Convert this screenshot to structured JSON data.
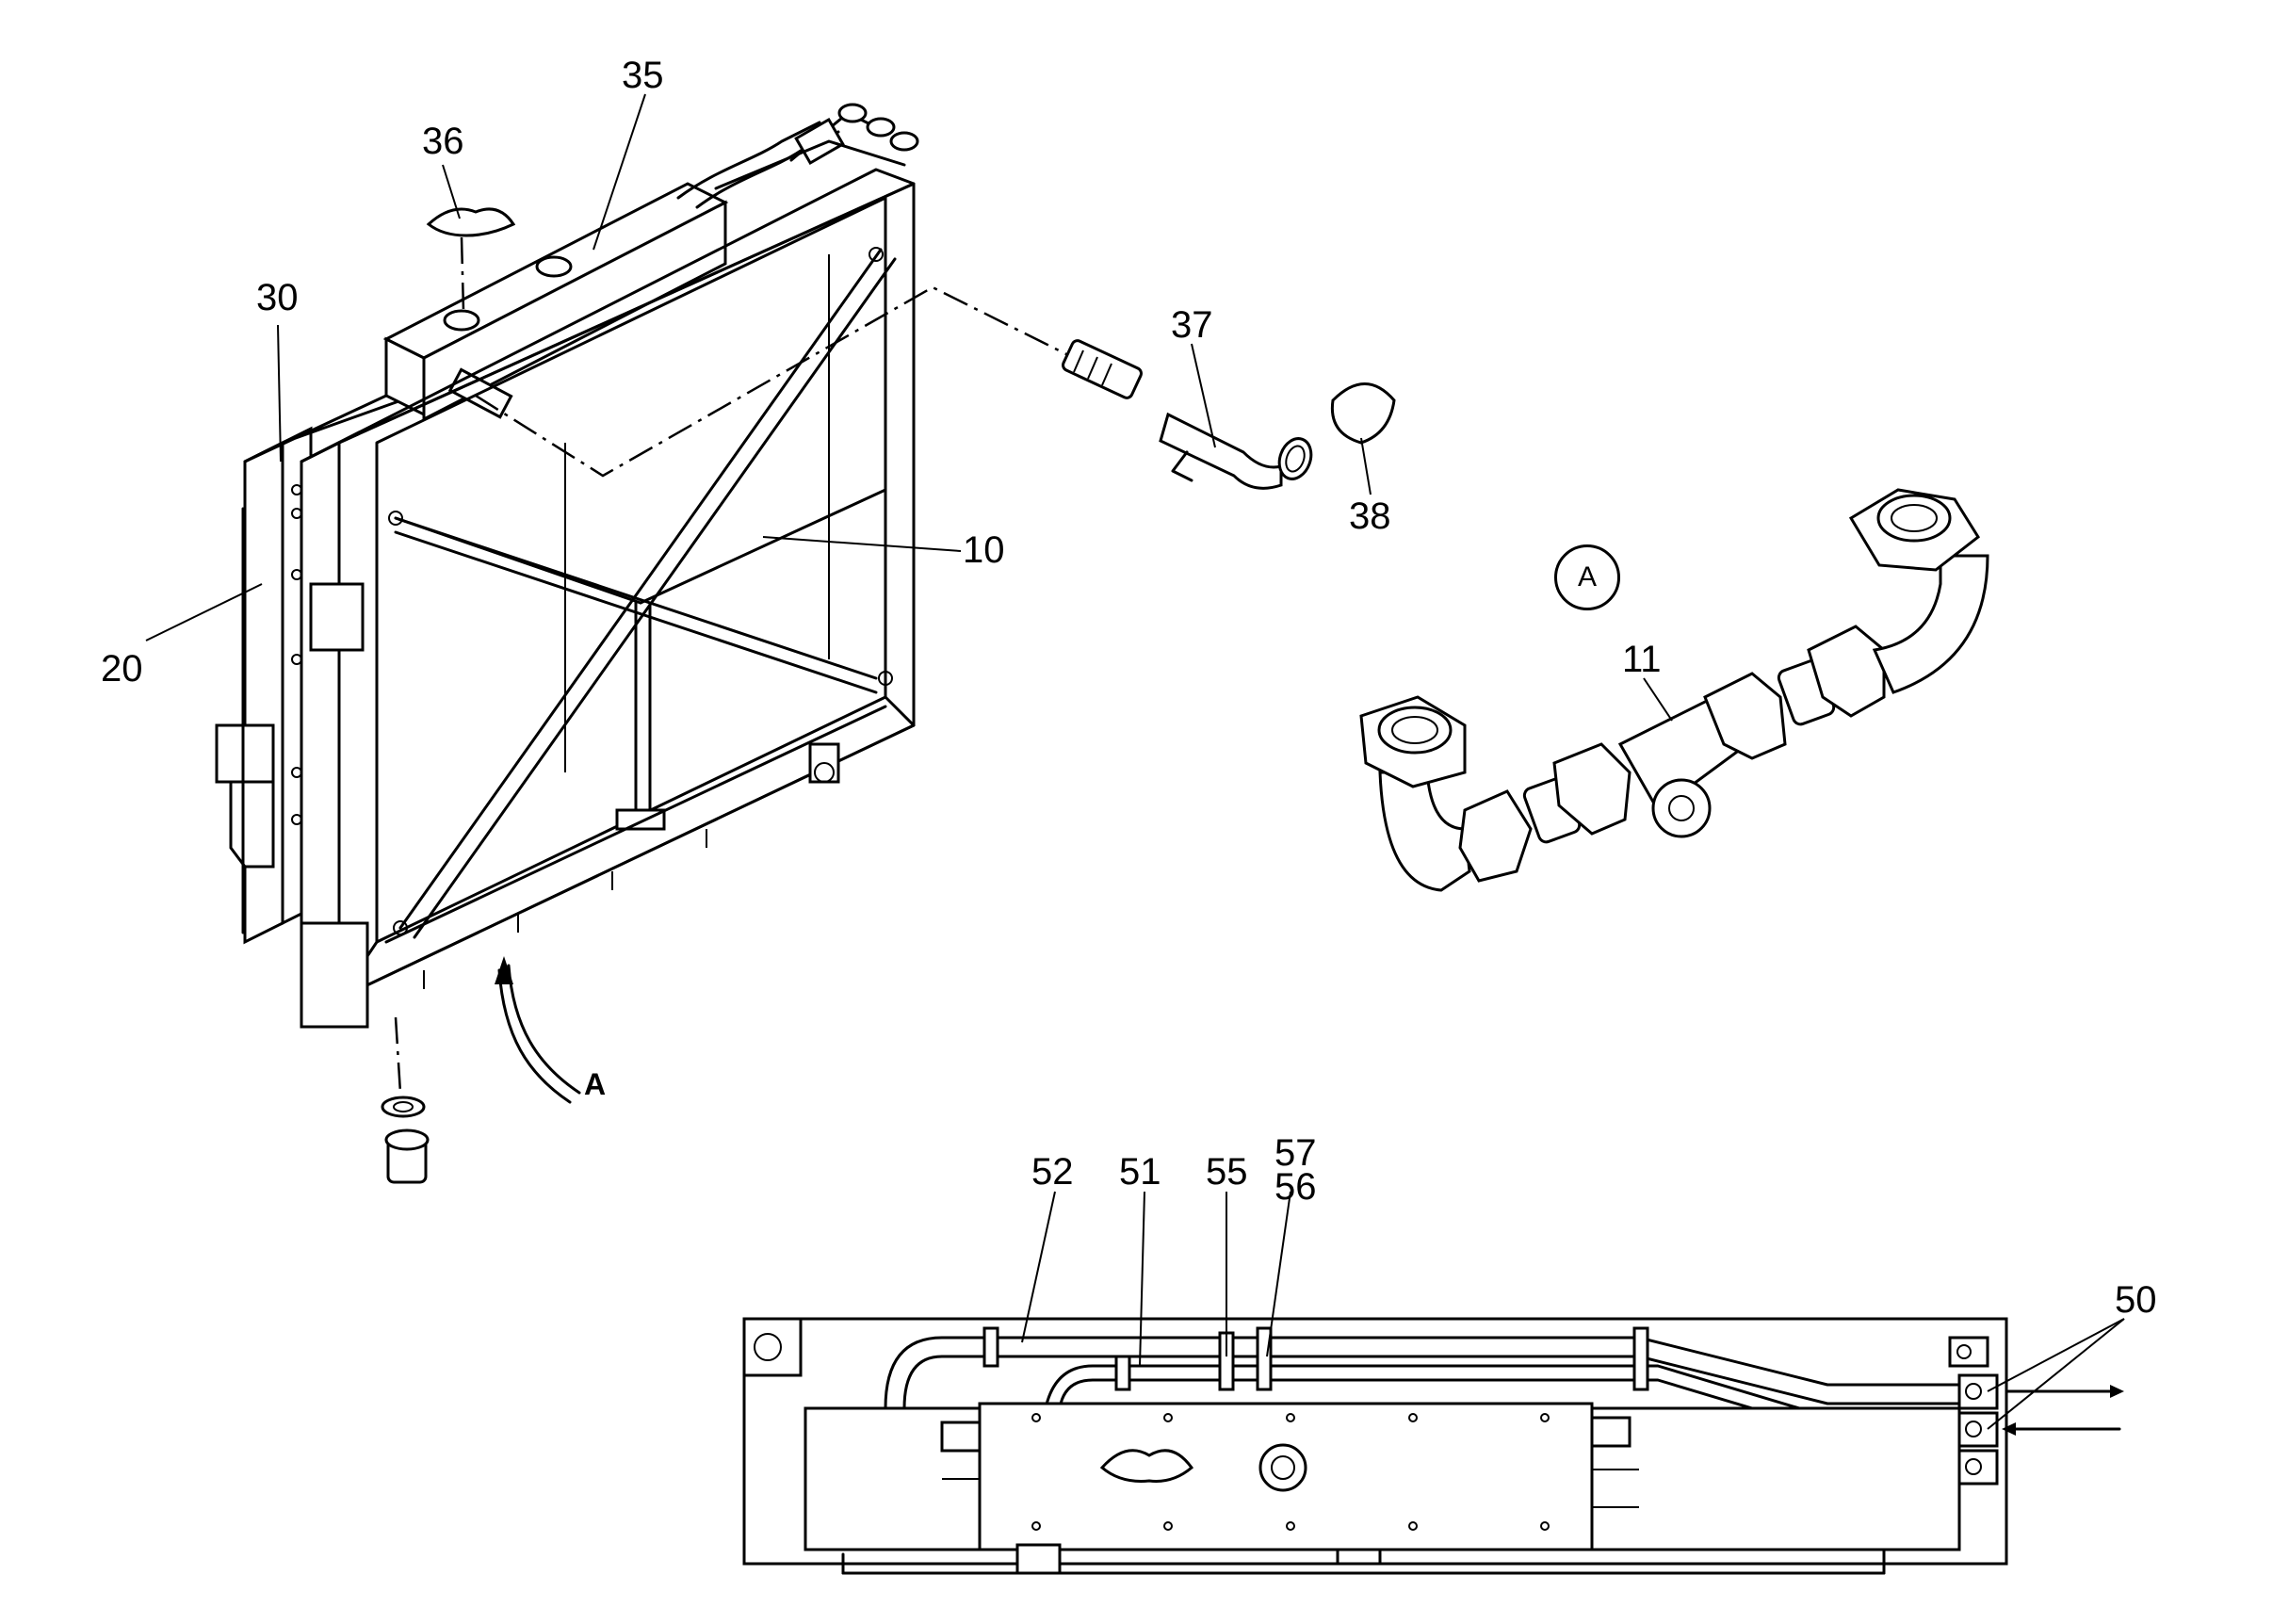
{
  "labels": {
    "l10": "10",
    "l11": "11",
    "l20": "20",
    "l30": "30",
    "l35": "35",
    "l36": "36",
    "l37": "37",
    "l38": "38",
    "l50": "50",
    "l51": "51",
    "l52": "52",
    "l55": "55",
    "l56": "56",
    "l57": "57",
    "view_a_arrow": "A",
    "detail_a": "A"
  },
  "colors": {
    "line": "#000000",
    "background": "#ffffff"
  }
}
